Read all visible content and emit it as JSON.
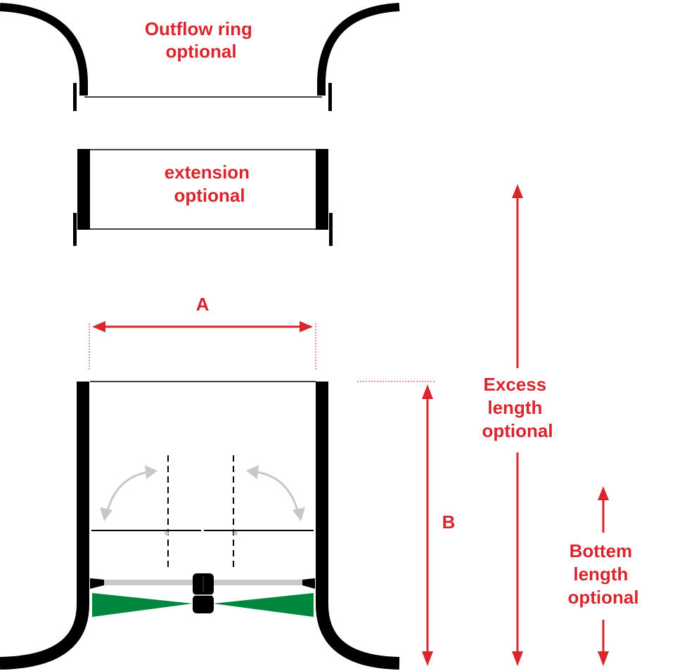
{
  "labels": {
    "outflow_ring": [
      "Outflow ring",
      "optional"
    ],
    "extension": [
      "extension",
      "optional"
    ],
    "dimension_a": "A",
    "dimension_b": "B",
    "excess_length": [
      "Excess",
      "length",
      "optional"
    ],
    "bottom_length": [
      "Bottem",
      "length",
      "optional"
    ]
  },
  "colors": {
    "label_red": "#d9262e",
    "outline": "#000000",
    "fan_green": "#00873e",
    "guide_gray": "#c8c8c8"
  }
}
